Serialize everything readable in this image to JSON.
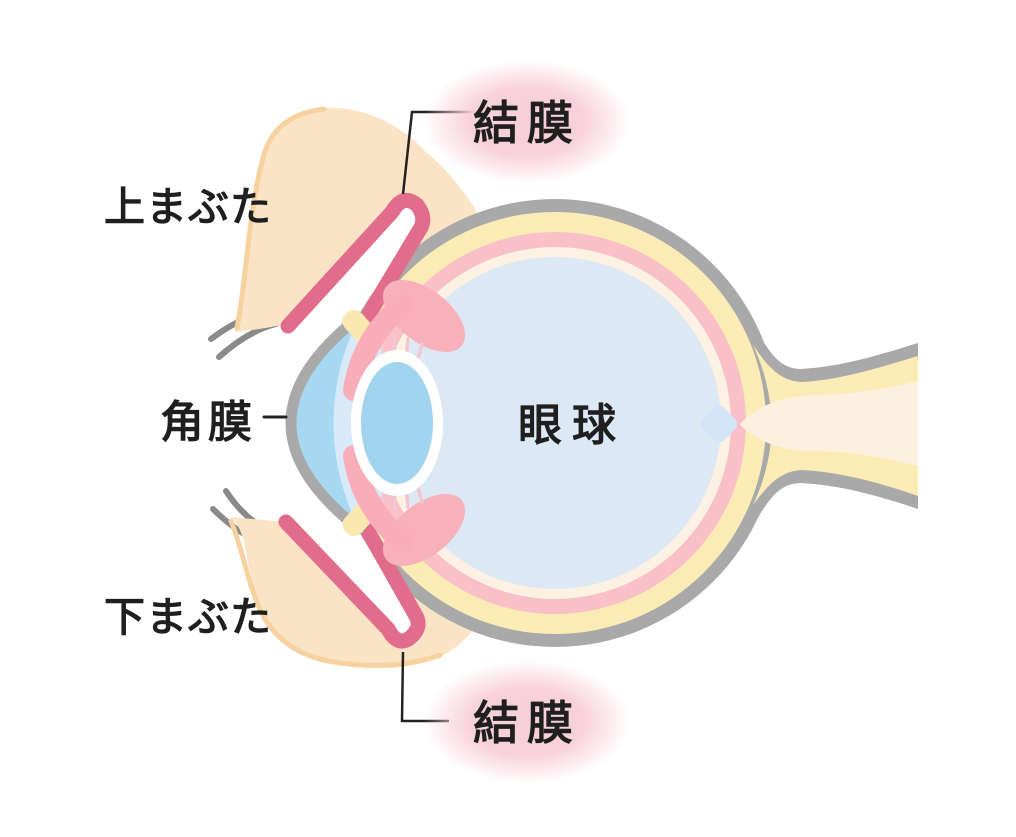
{
  "labels": {
    "conjunctiva_top": "結膜",
    "upper_eyelid": "上まぶた",
    "cornea": "角膜",
    "eyeball": "眼球",
    "lower_eyelid": "下まぶた",
    "conjunctiva_bottom": "結膜"
  },
  "colors": {
    "background": "#ffffff",
    "text": "#1f1f1f",
    "label_blob_pink": "#f8cfd9",
    "eyelid_skin": "#fbe4c5",
    "eyelid_edge": "#f6d2a0",
    "eyelash_gray": "#8a8a8a",
    "outline_gray": "#a9a9a9",
    "sclera_yellow": "#fbecb6",
    "choroid_pink": "#f9c0c8",
    "inner_cream": "#fcf1e2",
    "vitreous_blue": "#dce8f4",
    "cornea_blue": "#a7d8f2",
    "aqueous_blue": "#d8eaf8",
    "lens_blue": "#a0d4ef",
    "lens_ring_white": "#ffffff",
    "iris_pink": "#f8adb8",
    "ciliary_pink": "#f8b0bb",
    "zonule_pink": "#f2c6d4",
    "conjunctiva_rose": "#e26c8c",
    "limbus_yellow": "#fbe7b0",
    "optic_nerve_core": "#fcf0df",
    "optic_disc_blue": "#d2e4f6",
    "connector_black": "#222222"
  }
}
